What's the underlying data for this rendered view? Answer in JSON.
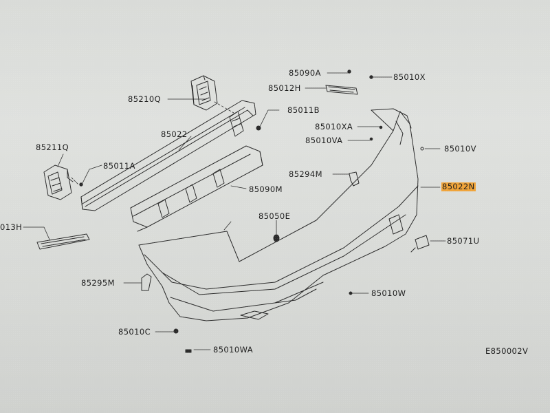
{
  "labels": {
    "p85090A": "85090A",
    "p85010X": "85010X",
    "p85012H": "85012H",
    "p85210Q": "85210Q",
    "p85011B": "85011B",
    "p85010XA": "85010XA",
    "p85022": "85022",
    "p85010VA": "85010VA",
    "p85010V": "85010V",
    "p85211Q": "85211Q",
    "p85011A": "85011A",
    "p85294M": "85294M",
    "p85022N": "85022N",
    "p85090M": "85090M",
    "p85050E": "85050E",
    "p85013H": "013H",
    "p85071U": "85071U",
    "p85295M": "85295M",
    "p85010W": "85010W",
    "p85010C": "85010C",
    "p85010WA": "85010WA"
  },
  "diagram_code": "E850002V",
  "colors": {
    "highlight": "#f0a43a",
    "line": "#2a2a2a",
    "paper": "#dcdedb"
  }
}
